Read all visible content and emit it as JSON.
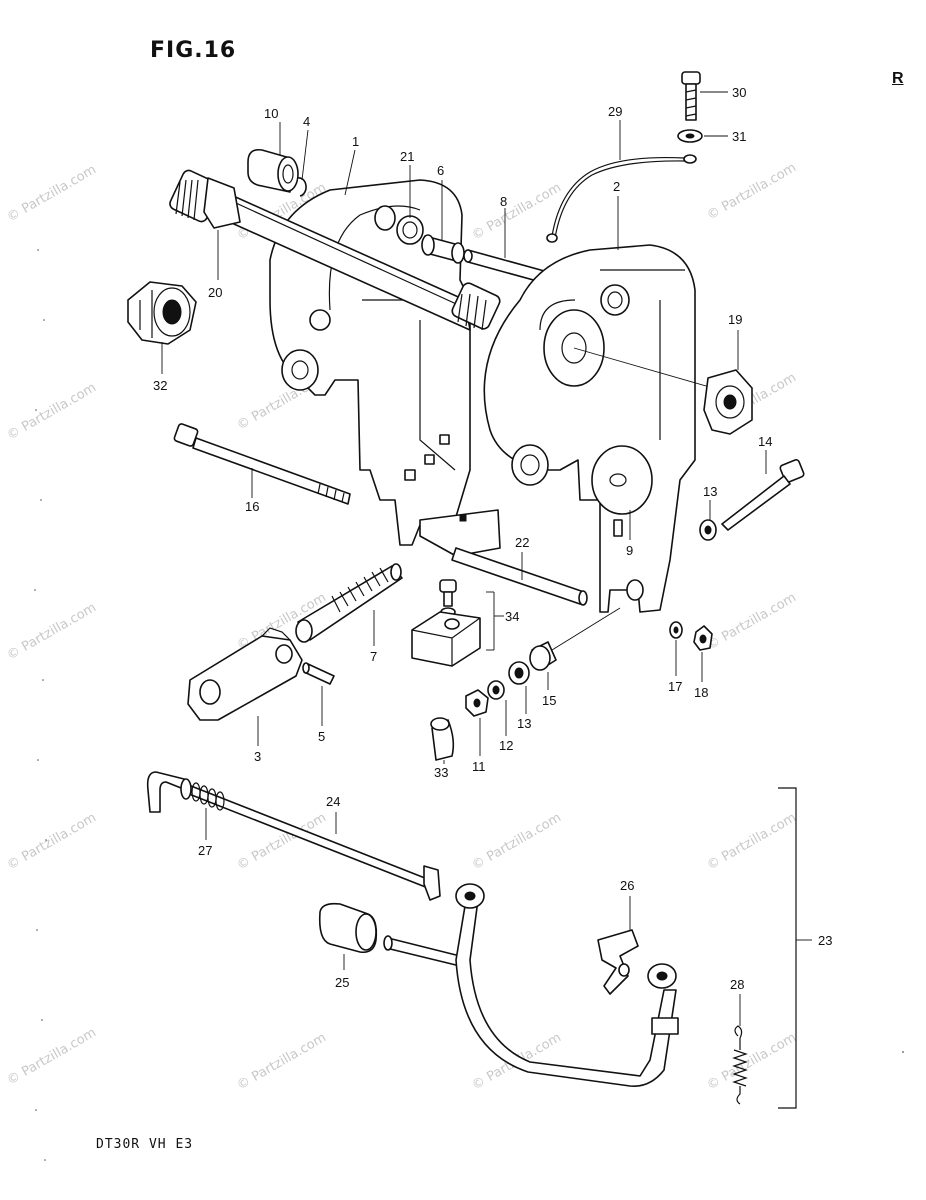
{
  "figure": {
    "title": "FIG.16",
    "corner_mark": "R",
    "model": "DT30R  VH  E3"
  },
  "watermark": "© Partzilla.com",
  "callouts": [
    "10",
    "4",
    "1",
    "21",
    "6",
    "8",
    "29",
    "30",
    "31",
    "2",
    "20",
    "32",
    "19",
    "16",
    "14",
    "13",
    "9",
    "22",
    "34",
    "7",
    "17",
    "18",
    "3",
    "5",
    "33",
    "11",
    "12",
    "13",
    "15",
    "24",
    "27",
    "23",
    "26",
    "25",
    "28"
  ]
}
